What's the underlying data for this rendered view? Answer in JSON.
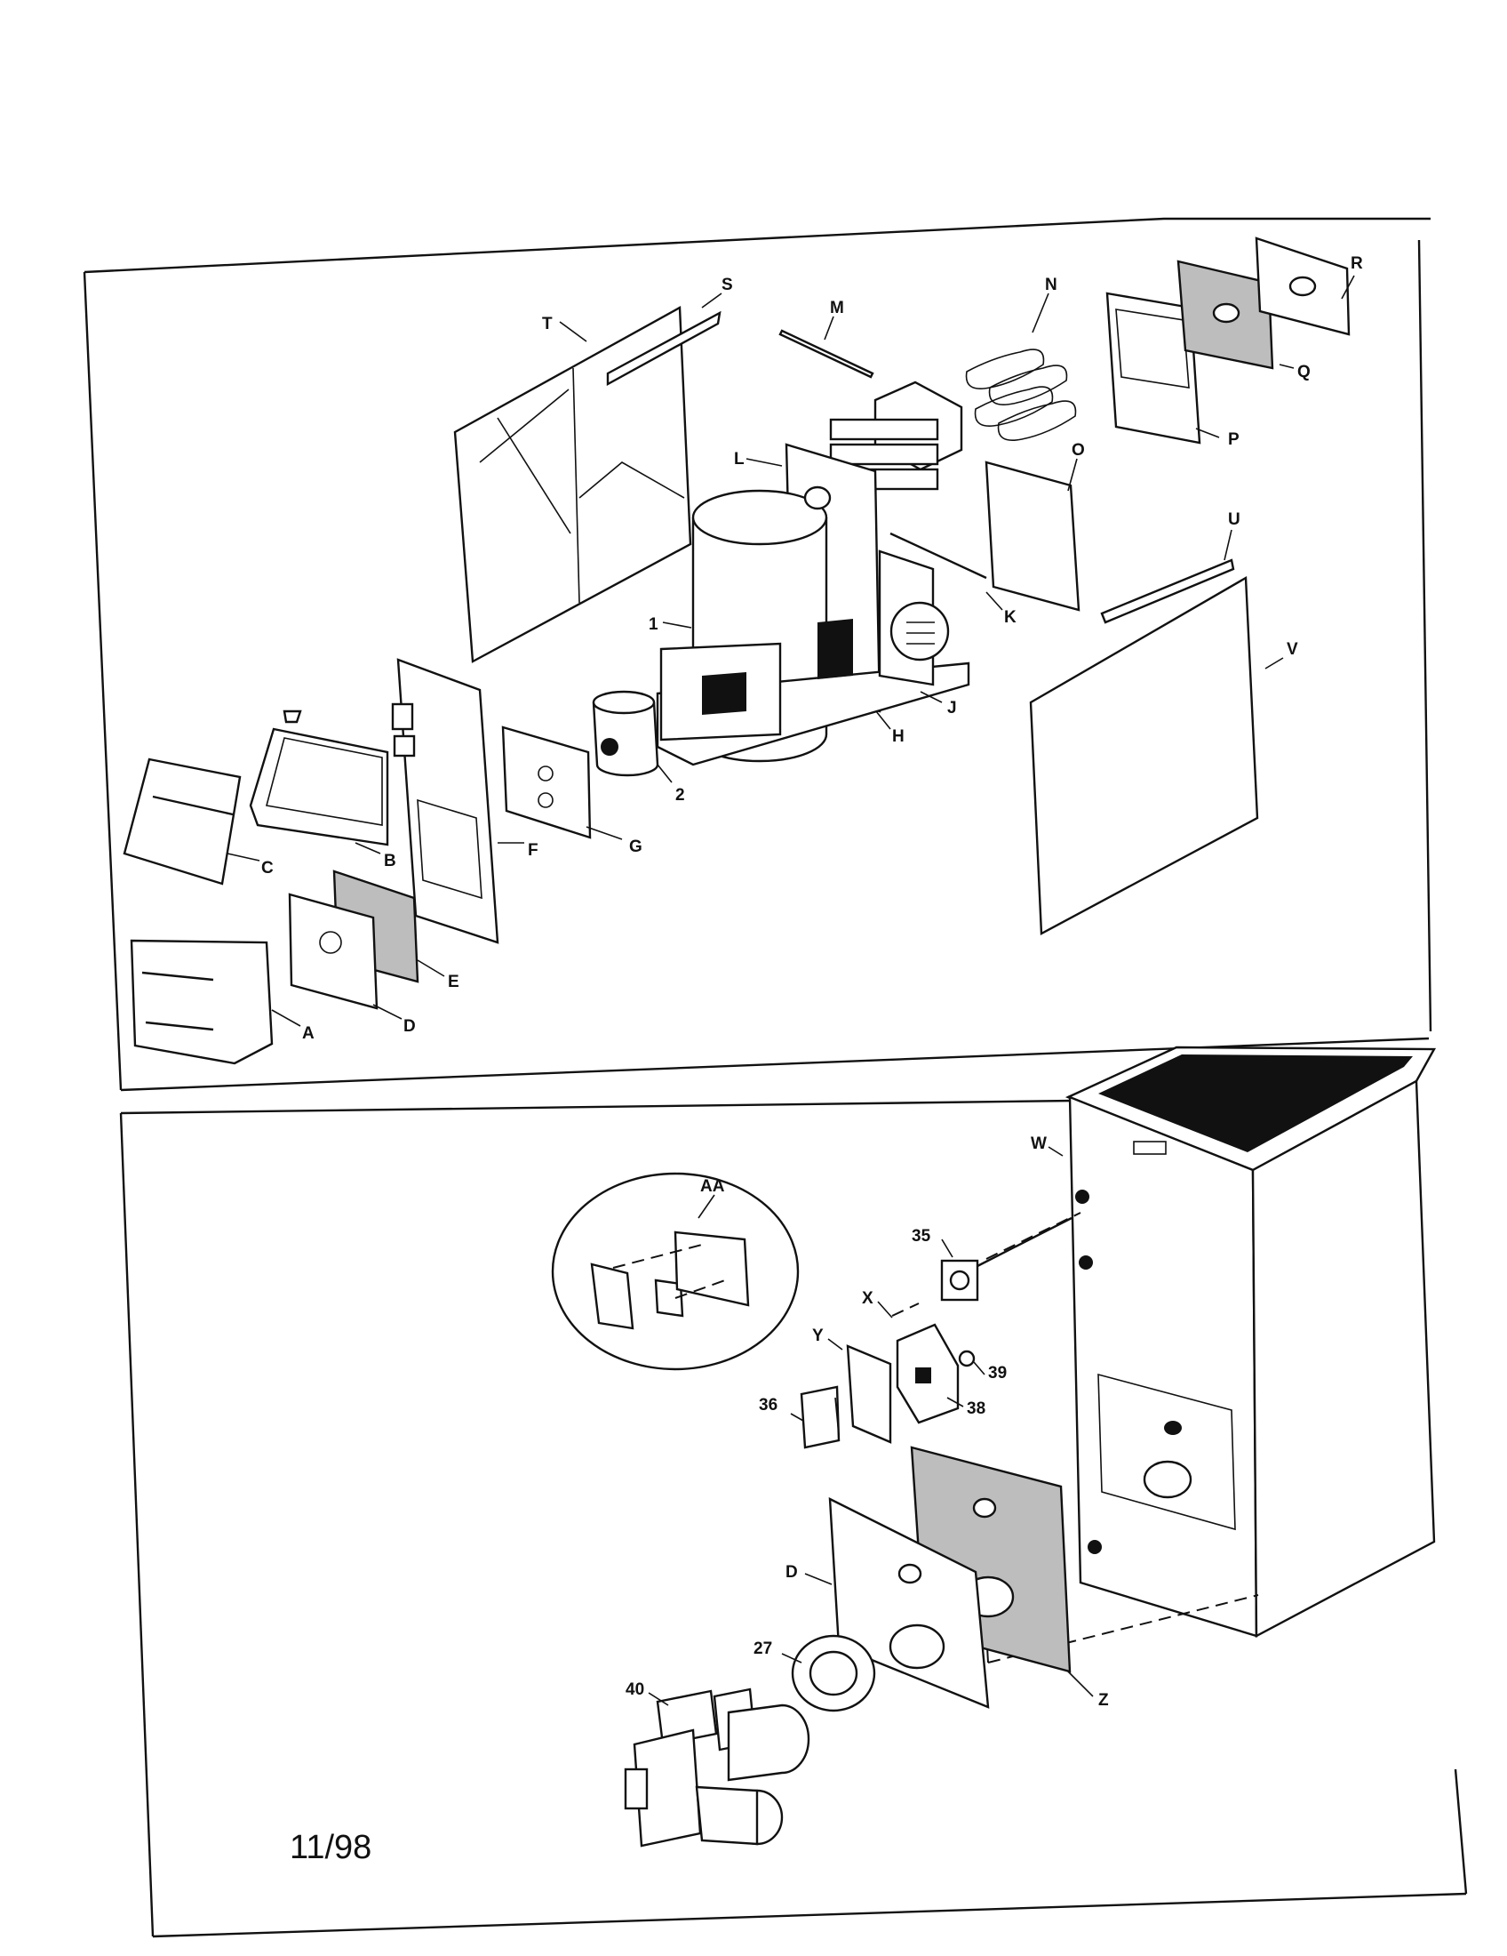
{
  "date_stamp": "11/98",
  "upper_panel": {
    "labels": [
      "S",
      "M",
      "N",
      "R",
      "T",
      "Q",
      "P",
      "L",
      "O",
      "U",
      "K",
      "J",
      "V",
      "H",
      "2",
      "G",
      "F",
      "B",
      "C",
      "E",
      "D",
      "A",
      "1"
    ]
  },
  "lower_panel": {
    "labels": [
      "W",
      "AA",
      "35",
      "X",
      "Y",
      "39",
      "38",
      "36",
      "D",
      "27",
      "Z",
      "40"
    ]
  }
}
